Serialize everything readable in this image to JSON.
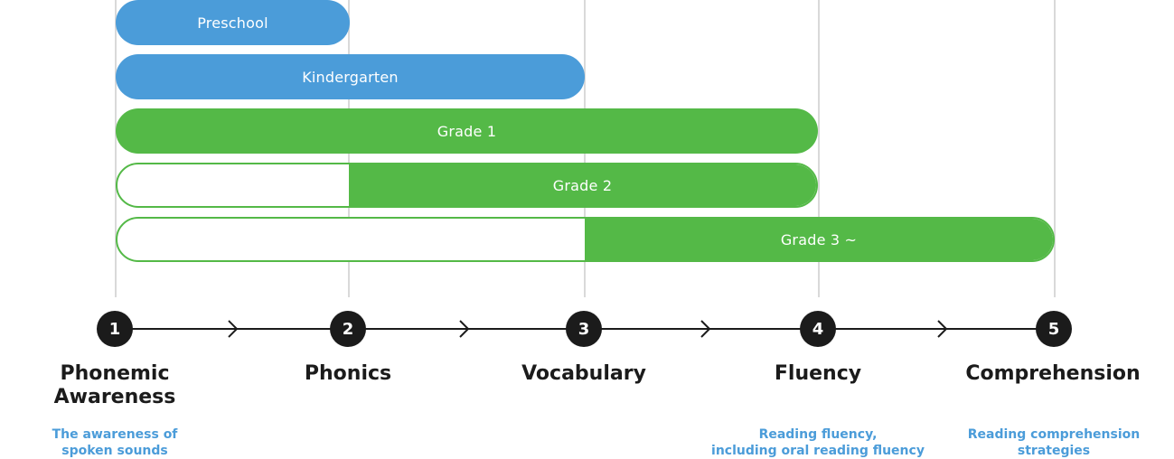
{
  "colors": {
    "blue": "#4b9cd9",
    "green": "#54b947",
    "dark": "#1b1b1b",
    "gridline": "#d9d9d9",
    "description_text": "#4b9cd9"
  },
  "grade_bars": [
    {
      "label": "Preschool",
      "color": "blue",
      "start_step": 1,
      "end_step": 2
    },
    {
      "label": "Kindergarten",
      "color": "blue",
      "start_step": 1,
      "end_step": 3
    },
    {
      "label": "Grade 1",
      "color": "green",
      "start_step": 1,
      "end_step": 4
    },
    {
      "label": "Grade 2",
      "color": "green",
      "outline_from_step": 1,
      "start_step": 2,
      "end_step": 4
    },
    {
      "label": "Grade 3 ~",
      "color": "green",
      "outline_from_step": 1,
      "start_step": 3,
      "end_step": 5
    }
  ],
  "steps": [
    {
      "number": "1",
      "title": "Phonemic\nAwareness",
      "description": "The awareness of\nspoken sounds"
    },
    {
      "number": "2",
      "title": "Phonics",
      "description": ""
    },
    {
      "number": "3",
      "title": "Vocabulary",
      "description": ""
    },
    {
      "number": "4",
      "title": "Fluency",
      "description": "Reading fluency,\nincluding oral reading fluency"
    },
    {
      "number": "5",
      "title": "Comprehension",
      "description": "Reading comprehension\nstrategies"
    }
  ],
  "icons": {
    "arrow": "chevron-right-icon"
  }
}
